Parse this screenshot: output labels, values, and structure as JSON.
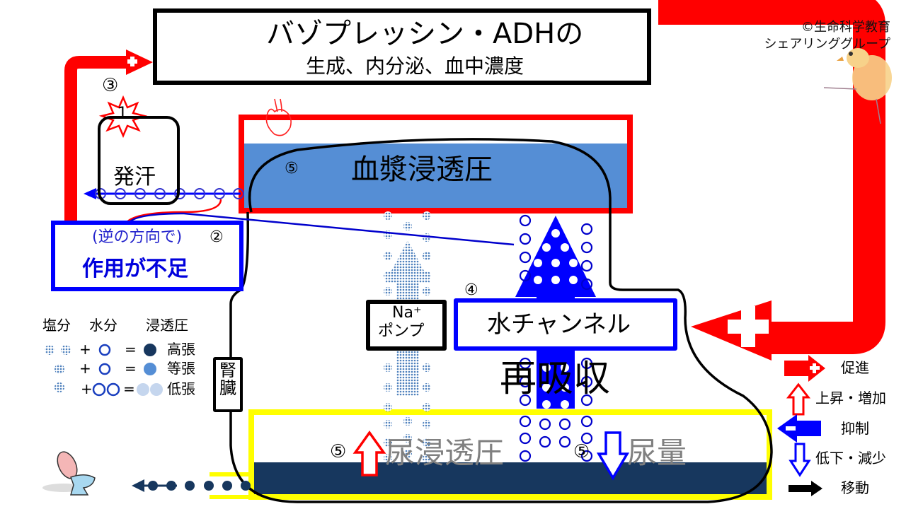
{
  "title": {
    "line1": "バゾプレッシン・ADHの",
    "line2": "生成、内分泌、血中濃度",
    "indicator": "up-arrow-outline"
  },
  "credit": {
    "line1": "©生命科学教育",
    "line2": "シェアリンググループ"
  },
  "sweating": {
    "label": "発汗",
    "step_marker": "1",
    "step_number": "③"
  },
  "insufficient": {
    "note": "(逆の方向で)",
    "step_number": "②",
    "label": "作用が不足"
  },
  "plasma": {
    "label": "血漿浸透圧",
    "step_number": "⑤"
  },
  "na_pump": {
    "line1": "Na⁺",
    "line2": "ポンプ"
  },
  "water_channel": {
    "label": "水チャンネル",
    "step_number": "④"
  },
  "reabsorption": {
    "label": "再吸収"
  },
  "kidney": {
    "label": "腎臓"
  },
  "urine": {
    "osmolality_label": "尿浸透圧",
    "osmolality_step": "⑤",
    "osmolality_trend": "up",
    "volume_label": "尿量",
    "volume_step": "⑤",
    "volume_trend": "down"
  },
  "osmo_legend": {
    "headers": [
      "塩分",
      "水分",
      "浸透圧"
    ],
    "rows": [
      {
        "salt": 2,
        "water": 1,
        "result": "高張",
        "plus": "+",
        "eq": "="
      },
      {
        "salt": 1,
        "water": 1,
        "result": "等張",
        "plus": "+",
        "eq": "="
      },
      {
        "salt": 1,
        "water": 2,
        "result": "低張",
        "plus": "+",
        "eq": "="
      }
    ]
  },
  "arrow_legend": [
    {
      "icon": "promote-arrow-icon",
      "label": "促進"
    },
    {
      "icon": "increase-arrow-icon",
      "label": "上昇・増加"
    },
    {
      "icon": "inhibit-arrow-icon",
      "label": "抑制"
    },
    {
      "icon": "decrease-arrow-icon",
      "label": "低下・減少"
    },
    {
      "icon": "move-arrow-icon",
      "label": "移動"
    }
  ],
  "colors": {
    "promote_red": "#ff0000",
    "inhibit_blue": "#0000ff",
    "plasma_blue": "#558ed5",
    "urine_navy": "#17375e",
    "urine_frame_yellow": "#ffff00",
    "grey_text": "#808080"
  }
}
